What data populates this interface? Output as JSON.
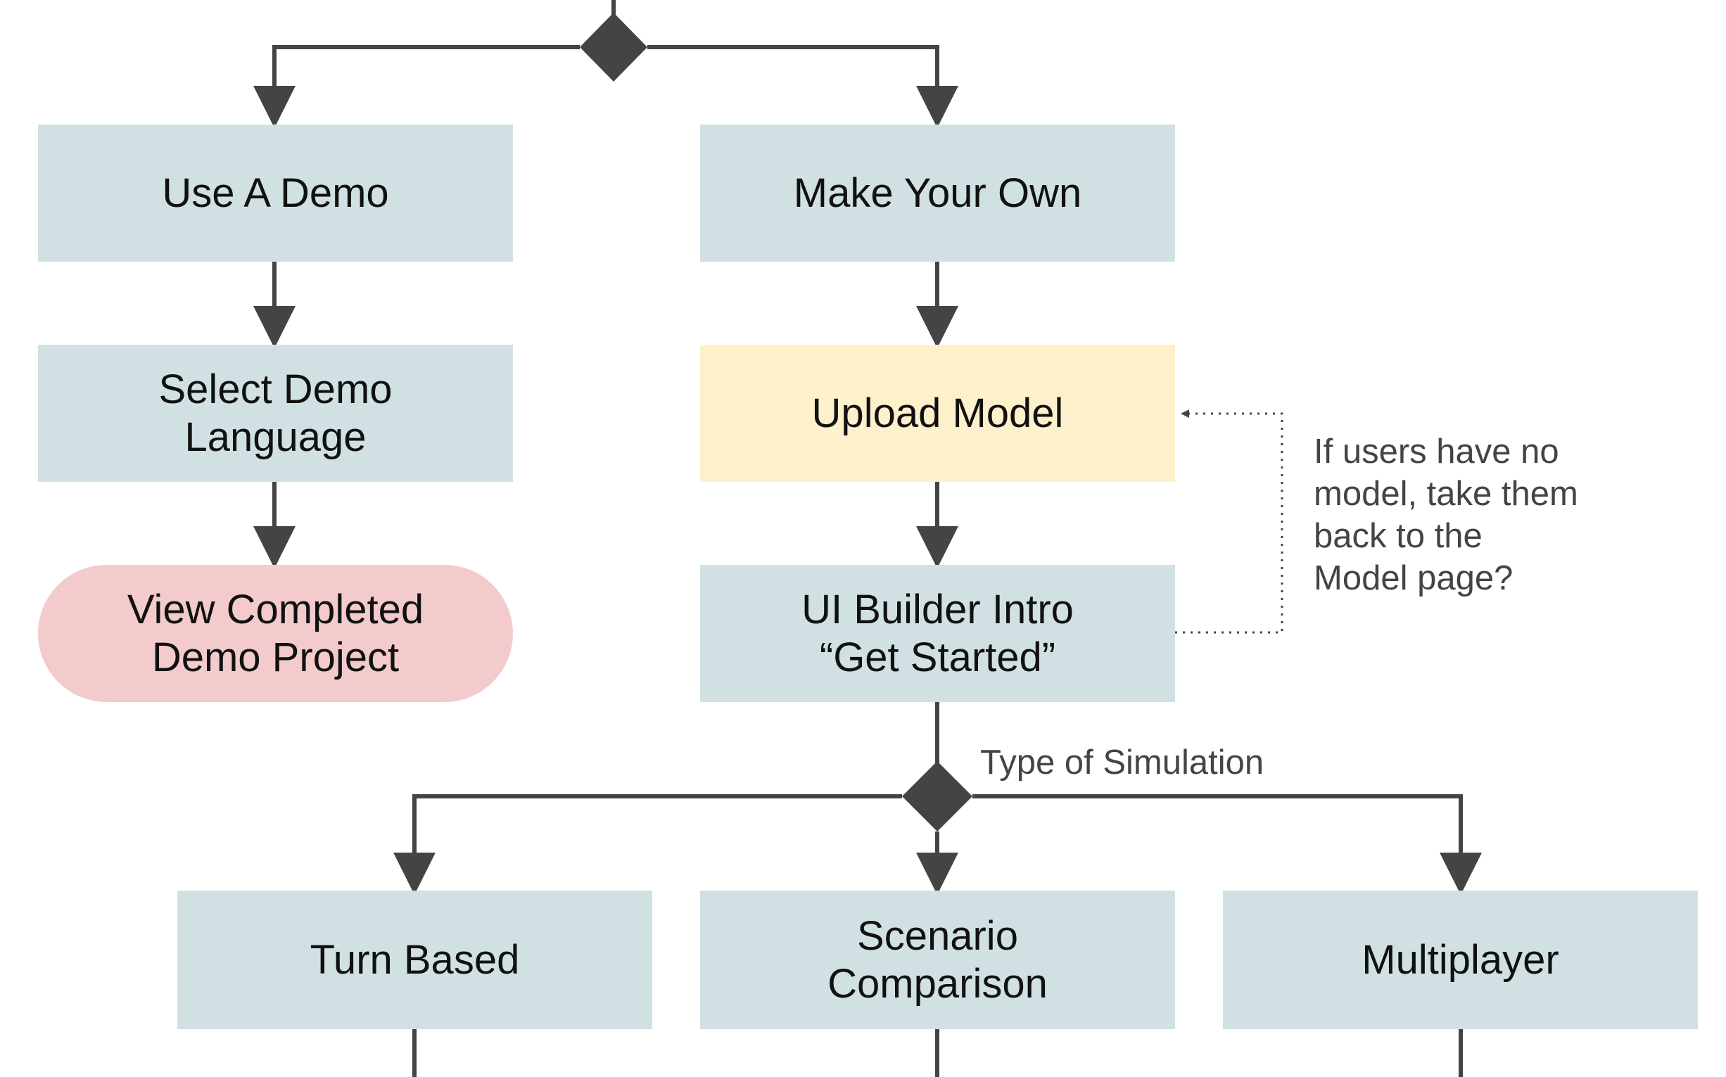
{
  "colors": {
    "process": "#d1e1e3",
    "highlight": "#fdf1cc",
    "terminal": "#f3cbcc",
    "line": "#444444"
  },
  "nodes": {
    "use_demo": "Use A Demo",
    "make_own": "Make Your Own",
    "select_lang_line1": "Select Demo",
    "select_lang_line2": "Language",
    "upload_model": "Upload Model",
    "view_completed_line1": "View Completed",
    "view_completed_line2": "Demo Project",
    "ui_intro_line1": "UI Builder Intro",
    "ui_intro_line2": "“Get Started”",
    "turn_based": "Turn Based",
    "scenario_line1": "Scenario",
    "scenario_line2": "Comparison",
    "multiplayer": "Multiplayer"
  },
  "labels": {
    "simulation_type": "Type of Simulation"
  },
  "note": {
    "line1": "If users have no",
    "line2": "model, take them",
    "line3": "back to the",
    "line4": "Model page?"
  }
}
